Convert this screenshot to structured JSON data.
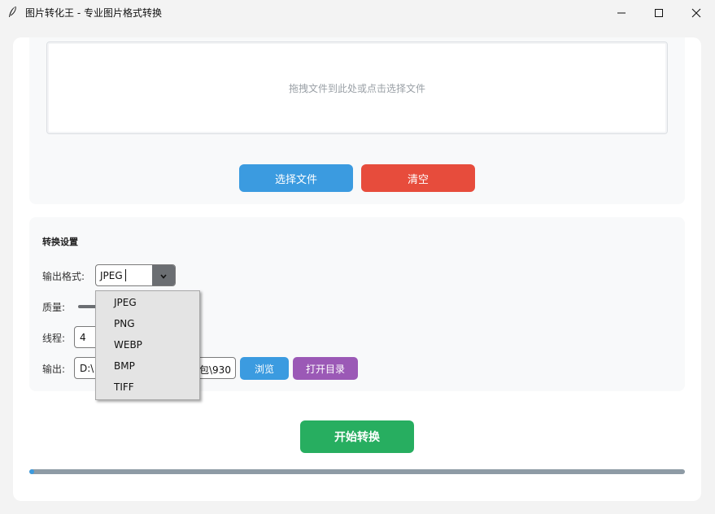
{
  "window": {
    "title": "图片转化王 - 专业图片格式转换",
    "app_icon": "feather-icon",
    "controls": [
      "minimize-icon",
      "maximize-icon",
      "close-icon"
    ]
  },
  "file_panel": {
    "drop_hint": "拖拽文件到此处或点击选择文件",
    "select_button": "选择文件",
    "clear_button": "清空"
  },
  "settings": {
    "title": "转换设置",
    "format_label": "输出格式:",
    "format_value": "JPEG",
    "quality_label": "质量:",
    "threads_label": "线程:",
    "threads_value": "4",
    "output_label": "输出:",
    "output_visible_start": "D:\\",
    "output_visible_end": "包\\930",
    "browse_button": "浏览",
    "open_dir_button": "打开目录"
  },
  "format_dropdown": {
    "options": [
      "JPEG",
      "PNG",
      "WEBP",
      "BMP",
      "TIFF"
    ]
  },
  "start_button": "开始转换",
  "progress": {
    "value": 0
  },
  "colors": {
    "blue": "#3b9be0",
    "red": "#e74c3c",
    "purple": "#9b59b6",
    "green": "#27ae60",
    "track": "#8e9ba5"
  }
}
